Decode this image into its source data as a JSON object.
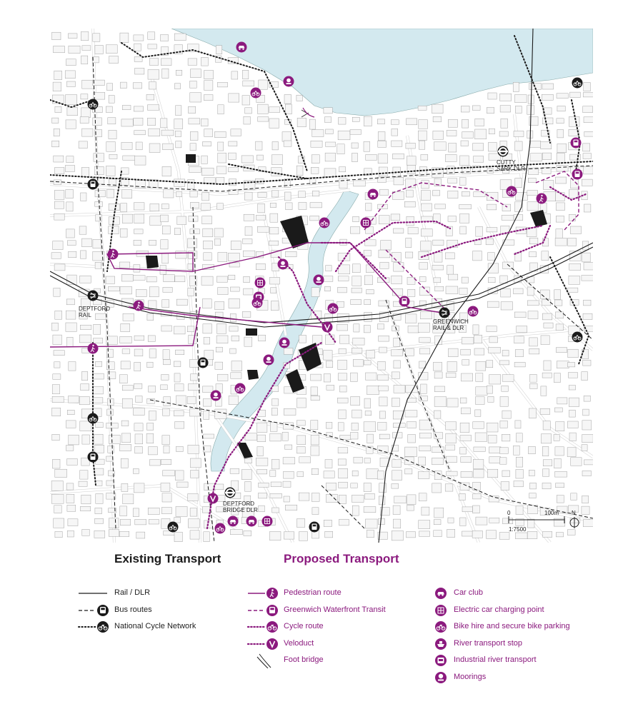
{
  "map": {
    "place_labels": [
      {
        "id": "cutty-sark",
        "lines": [
          "CUTTY",
          "SARK DLR"
        ]
      },
      {
        "id": "deptford-rail",
        "lines": [
          "DEPTFORD",
          "RAIL"
        ]
      },
      {
        "id": "greenwich",
        "lines": [
          "GREENWICH",
          "RAIL & DLR"
        ]
      },
      {
        "id": "deptford-bridge",
        "lines": [
          "DEPTFORD",
          "BRIDGE DLR"
        ]
      }
    ],
    "scale_bar": {
      "start": "0",
      "end": "100m",
      "ratio": "1:7500"
    },
    "north_label": "N"
  },
  "legend": {
    "existing_heading": "Existing Transport",
    "proposed_heading": "Proposed Transport",
    "existing_items": [
      {
        "label": "Rail / DLR",
        "line": "solid",
        "icon": "none"
      },
      {
        "label": "Bus routes",
        "line": "dashed",
        "icon": "bus-icon"
      },
      {
        "label": "National Cycle Network",
        "line": "dotted",
        "icon": "bicycle-icon"
      }
    ],
    "proposed_items": [
      {
        "label": "Pedestrian route",
        "line": "solid",
        "icon": "pedestrian-icon"
      },
      {
        "label": "Greenwich Waterfront Transit",
        "line": "dashed",
        "icon": "transit-bus-icon"
      },
      {
        "label": "Cycle route",
        "line": "dotted",
        "icon": "bicycle-icon"
      },
      {
        "label": "Veloduct",
        "line": "dotted",
        "icon": "veloduct-icon"
      },
      {
        "label": "Foot bridge",
        "line": "bridge",
        "icon": "none"
      }
    ],
    "facility_items": [
      {
        "label": "Car club",
        "icon": "car-club-icon"
      },
      {
        "label": "Electric car charging point",
        "icon": "charging-point-icon"
      },
      {
        "label": "Bike hire and secure bike parking",
        "icon": "bike-hire-icon"
      },
      {
        "label": "River transport stop",
        "icon": "boat-icon"
      },
      {
        "label": "Industrial river transport",
        "icon": "industrial-boat-icon"
      },
      {
        "label": "Moorings",
        "icon": "mooring-icon"
      }
    ]
  },
  "colors": {
    "proposed": "#8b1a7e",
    "existing": "#1a1a1a",
    "river": "#d3e9ef",
    "buildings": "#f6f6f6",
    "building_edge": "#9a9a9a",
    "highlight_building": "#1a1a1a"
  }
}
